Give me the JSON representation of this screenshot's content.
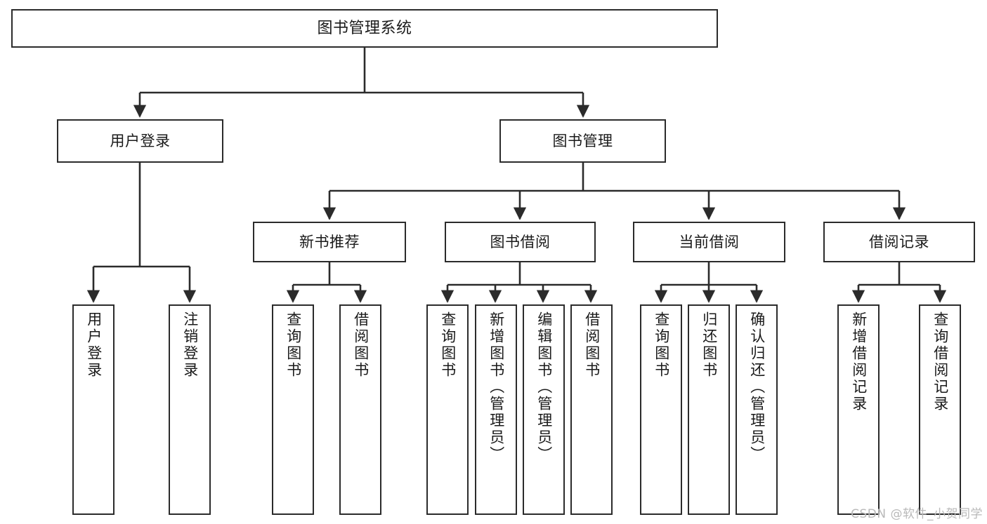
{
  "diagram": {
    "title": "图书管理系统",
    "type": "tree",
    "watermark": "CSDN @软件_小贺同学",
    "colors": {
      "box_border": "#2b2b2b",
      "box_fill": "#ffffff",
      "connector": "#2b2b2b",
      "text": "#1a1a1a",
      "watermark": "#b9b9b9"
    },
    "nodes": {
      "root": {
        "label": "图书管理系统",
        "level": 1
      },
      "user_login": {
        "label": "用户登录",
        "level": 2
      },
      "book_manage": {
        "label": "图书管理",
        "level": 2
      },
      "new_book_rec": {
        "label": "新书推荐",
        "level": 3
      },
      "book_borrow": {
        "label": "图书借阅",
        "level": 3
      },
      "current_borrow": {
        "label": "当前借阅",
        "level": 3
      },
      "borrow_record": {
        "label": "借阅记录",
        "level": 3
      },
      "leaf_user_login": {
        "label": "用户登录",
        "level": 4
      },
      "leaf_logout": {
        "label": "注销登录",
        "level": 4
      },
      "leaf_query_book_a": {
        "label": "查询图书",
        "level": 4
      },
      "leaf_borrow_book_a": {
        "label": "借阅图书",
        "level": 4
      },
      "leaf_query_book_b": {
        "label": "查询图书",
        "level": 4
      },
      "leaf_add_book": {
        "label": "新增图书（管理员）",
        "level": 4
      },
      "leaf_edit_book": {
        "label": "编辑图书（管理员）",
        "level": 4
      },
      "leaf_borrow_book_b": {
        "label": "借阅图书",
        "level": 4
      },
      "leaf_query_book_c": {
        "label": "查询图书",
        "level": 4
      },
      "leaf_return_book": {
        "label": "归还图书",
        "level": 4
      },
      "leaf_confirm_return": {
        "label": "确认归还（管理员）",
        "level": 4
      },
      "leaf_add_record": {
        "label": "新增借阅记录",
        "level": 4
      },
      "leaf_query_record": {
        "label": "查询借阅记录",
        "level": 4
      }
    },
    "edges": [
      {
        "from": "root",
        "to": "user_login"
      },
      {
        "from": "root",
        "to": "book_manage"
      },
      {
        "from": "book_manage",
        "to": "new_book_rec"
      },
      {
        "from": "book_manage",
        "to": "book_borrow"
      },
      {
        "from": "book_manage",
        "to": "current_borrow"
      },
      {
        "from": "book_manage",
        "to": "borrow_record"
      },
      {
        "from": "user_login",
        "to": "leaf_user_login"
      },
      {
        "from": "user_login",
        "to": "leaf_logout"
      },
      {
        "from": "new_book_rec",
        "to": "leaf_query_book_a"
      },
      {
        "from": "new_book_rec",
        "to": "leaf_borrow_book_a"
      },
      {
        "from": "book_borrow",
        "to": "leaf_query_book_b"
      },
      {
        "from": "book_borrow",
        "to": "leaf_add_book"
      },
      {
        "from": "book_borrow",
        "to": "leaf_edit_book"
      },
      {
        "from": "book_borrow",
        "to": "leaf_borrow_book_b"
      },
      {
        "from": "current_borrow",
        "to": "leaf_query_book_c"
      },
      {
        "from": "current_borrow",
        "to": "leaf_return_book"
      },
      {
        "from": "current_borrow",
        "to": "leaf_confirm_return"
      },
      {
        "from": "borrow_record",
        "to": "leaf_add_record"
      },
      {
        "from": "borrow_record",
        "to": "leaf_query_record"
      }
    ]
  }
}
